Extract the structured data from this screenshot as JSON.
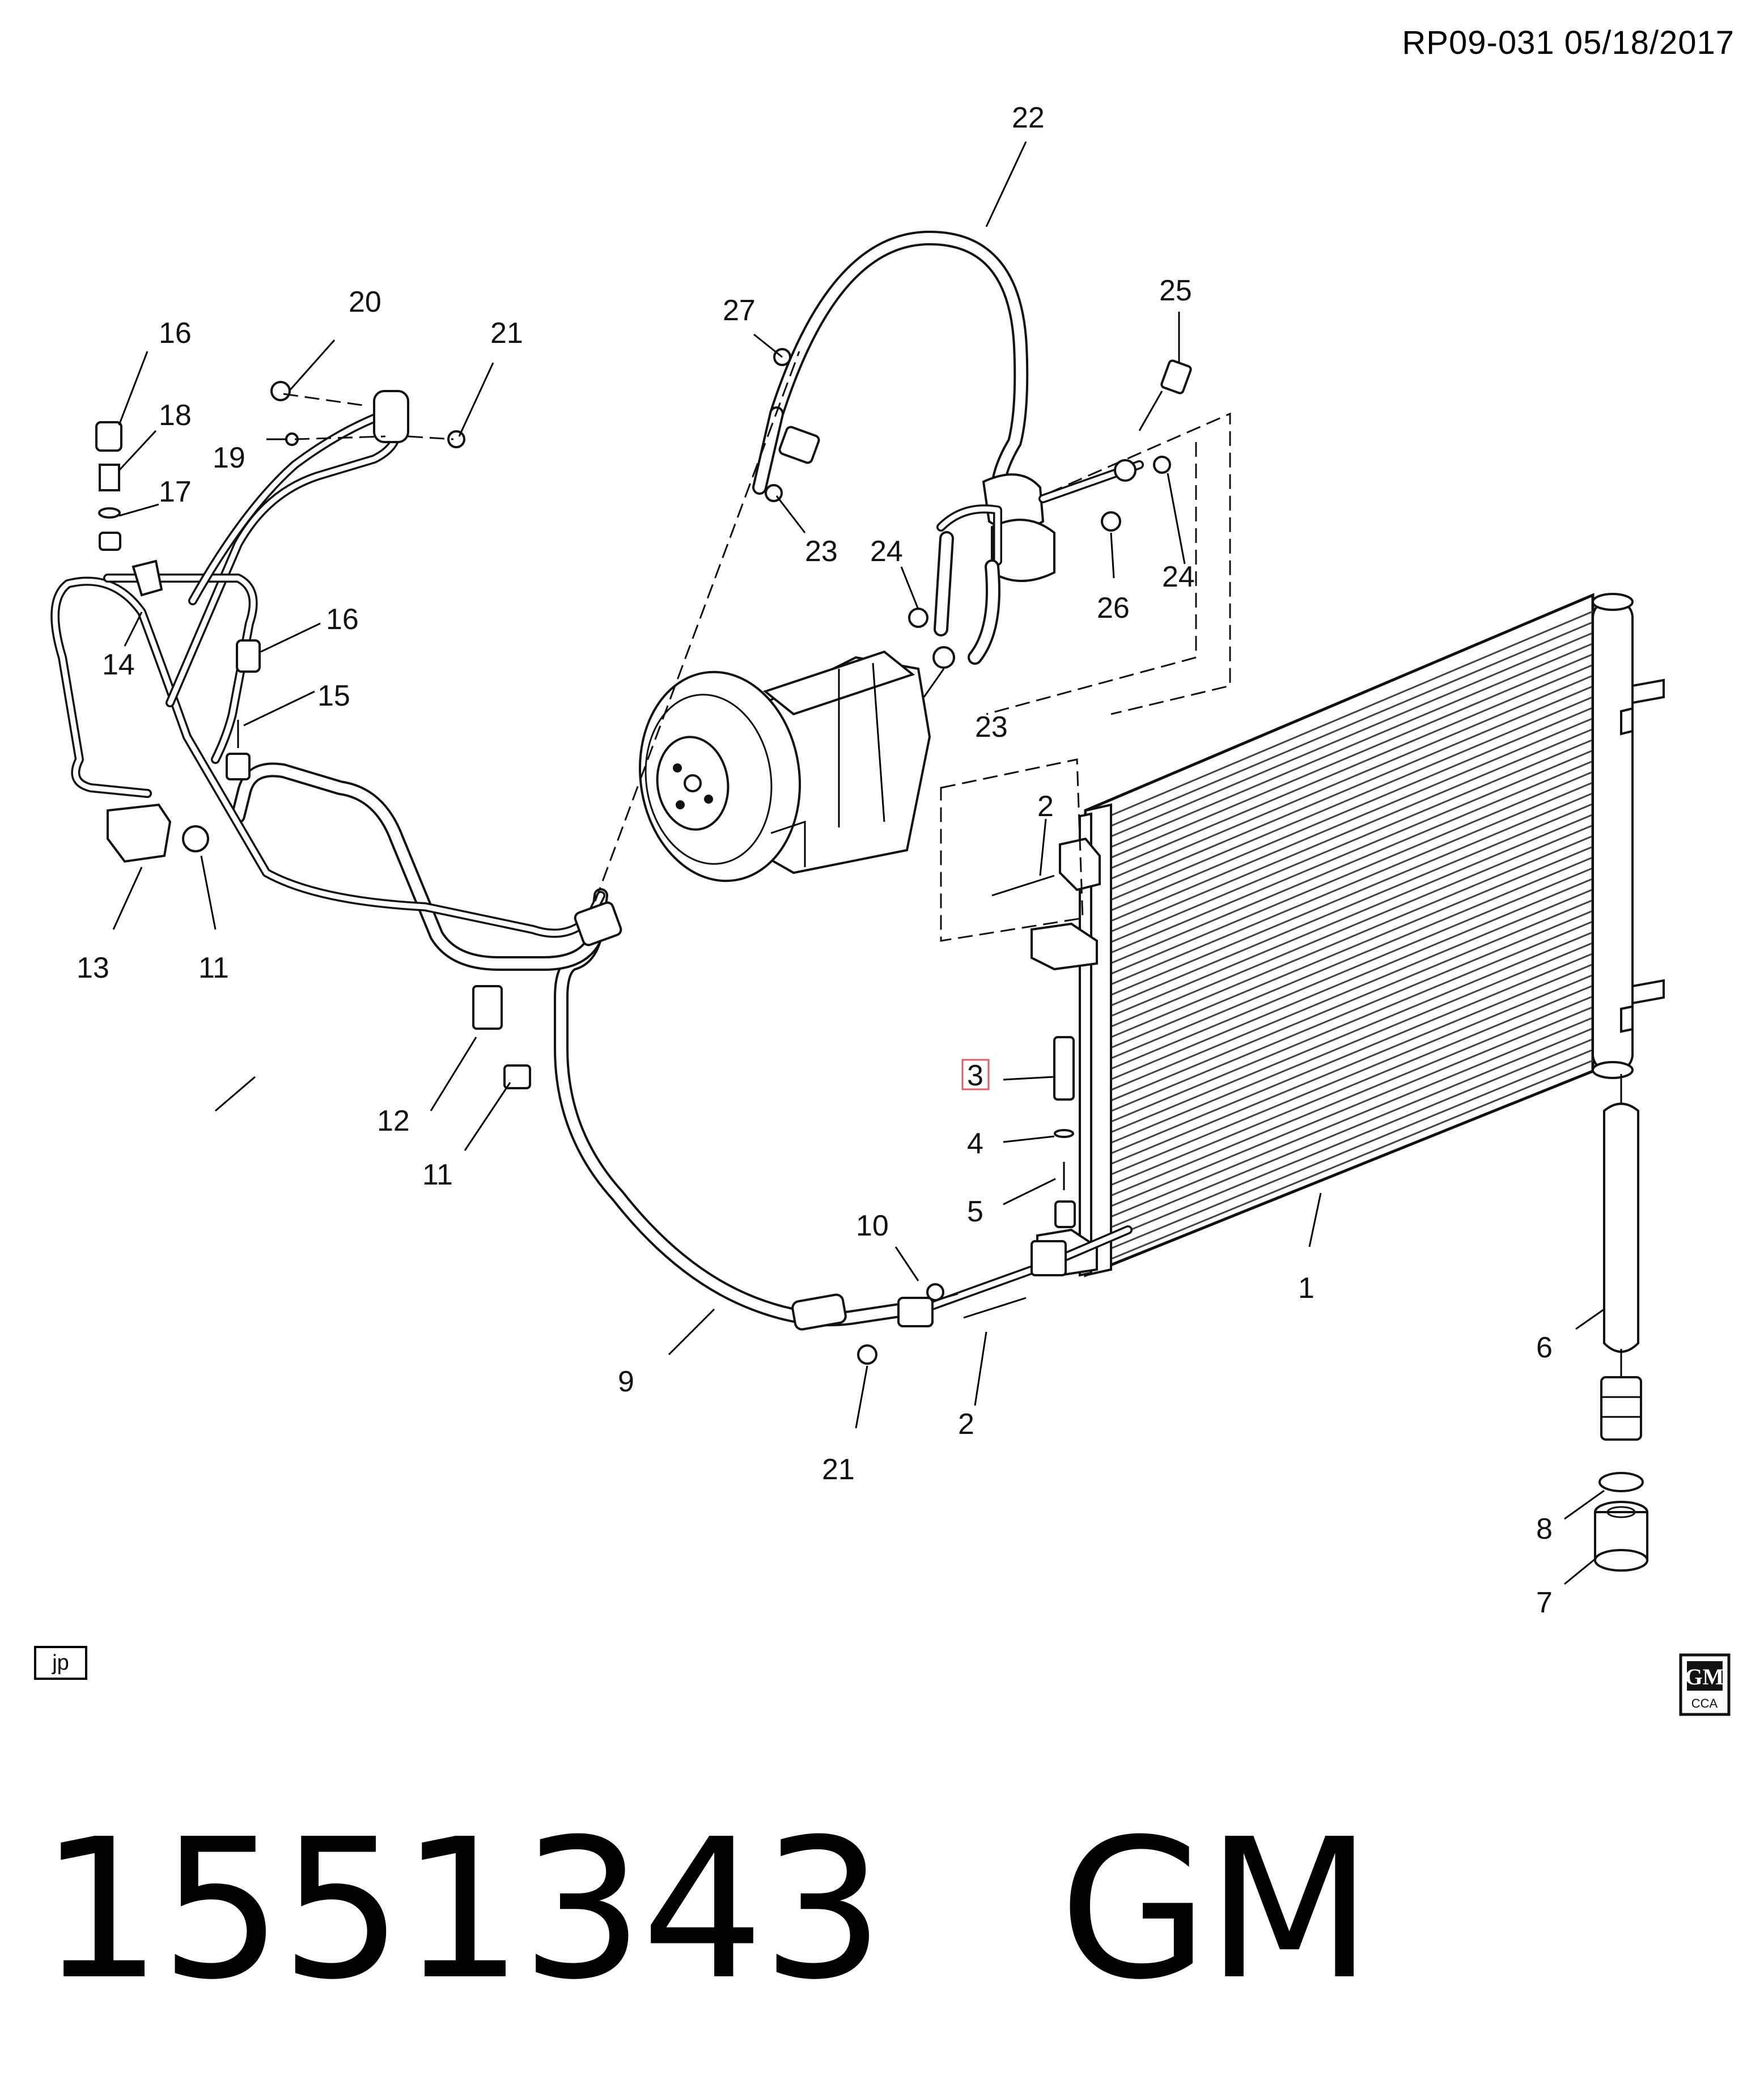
{
  "header": {
    "ref": "RP09-031  05/18/2017"
  },
  "footer": {
    "part_number": "1551343",
    "brand": "GM",
    "tag": "jp"
  },
  "logo": {
    "text": "GM",
    "sub": "CCA"
  },
  "highlight_color": "#e06060",
  "callouts": {
    "c1": "1",
    "c2a": "2",
    "c2b": "2",
    "c3": "3",
    "c4": "4",
    "c5": "5",
    "c6": "6",
    "c7": "7",
    "c8": "8",
    "c9": "9",
    "c10": "10",
    "c11a": "11",
    "c11b": "11",
    "c12": "12",
    "c13": "13",
    "c14": "14",
    "c15": "15",
    "c16a": "16",
    "c16b": "16",
    "c17": "17",
    "c18": "18",
    "c19": "19",
    "c20": "20",
    "c21a": "21",
    "c21b": "21",
    "c22": "22",
    "c23a": "23",
    "c23b": "23",
    "c24a": "24",
    "c24b": "24",
    "c25": "25",
    "c26": "26",
    "c27": "27"
  }
}
